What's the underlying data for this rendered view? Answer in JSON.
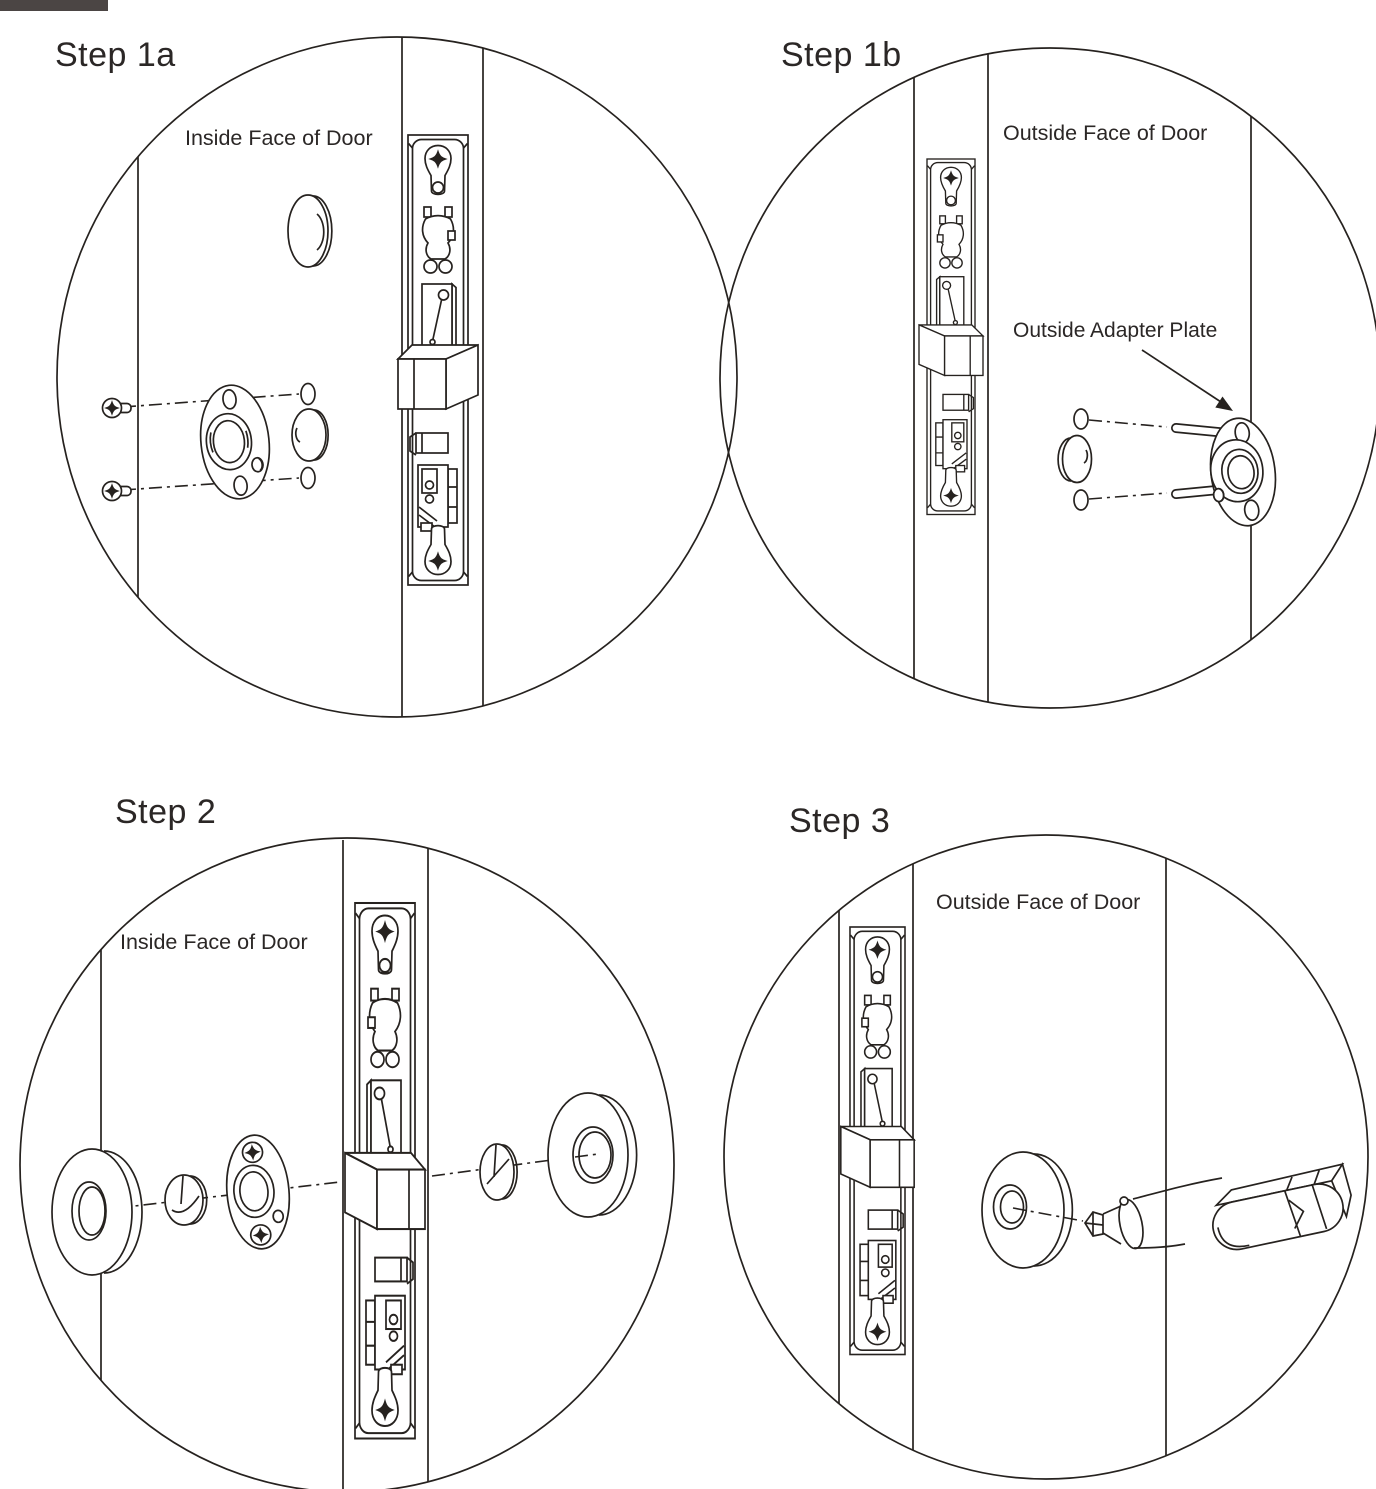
{
  "page": {
    "background": "#ffffff",
    "line_color": "#26221f",
    "corner_tab_color": "#4b4544"
  },
  "steps": [
    {
      "id": "step-1a",
      "label": "Step 1a",
      "face_label": "Inside Face of Door"
    },
    {
      "id": "step-1b",
      "label": "Step 1b",
      "face_label": "Outside Face of Door",
      "callout": "Outside Adapter Plate"
    },
    {
      "id": "step-2",
      "label": "Step 2",
      "face_label": "Inside Face of Door"
    },
    {
      "id": "step-3",
      "label": "Step 3",
      "face_label": "Outside Face of Door"
    }
  ],
  "icons": {
    "phillips_screw": "phillips-cross",
    "arrow": "callout-arrow"
  }
}
